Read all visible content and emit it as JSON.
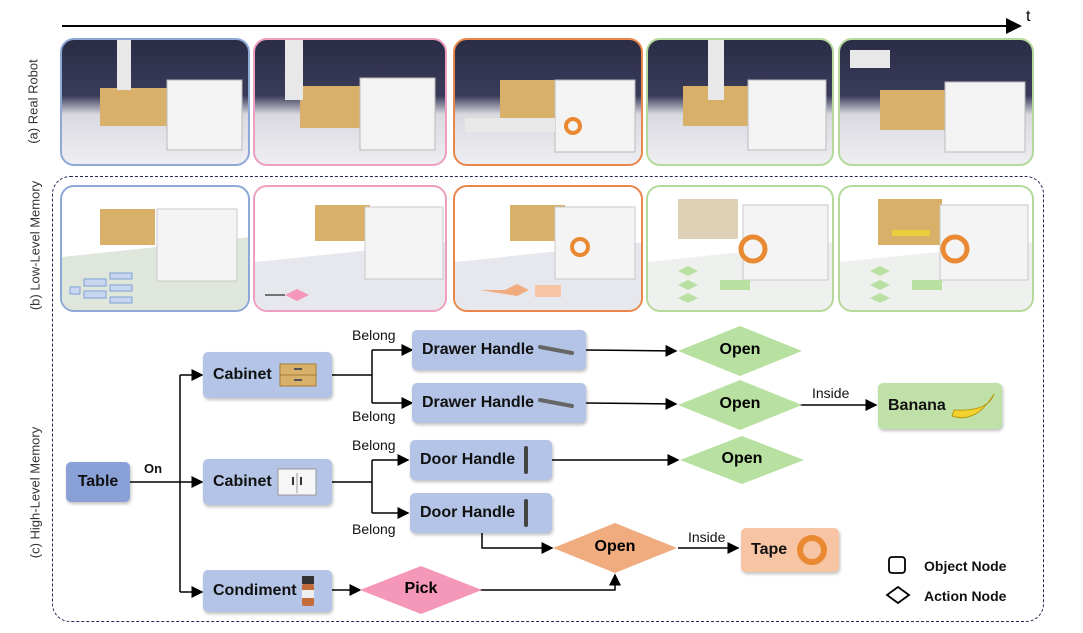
{
  "timeline": {
    "axis_label": "t"
  },
  "rows": {
    "a": "(a) Real Robot",
    "b": "(b) Low-Level Memory",
    "c": "(c) High-Level Memory"
  },
  "panel_colors": [
    "#8ea8d8",
    "#ee9fbf",
    "#e9864a",
    "#b4d99a",
    "#b4d99a"
  ],
  "graph": {
    "table": "Table",
    "cabinet1": "Cabinet",
    "cabinet2": "Cabinet",
    "condiment": "Condiment",
    "drawer_handle1": "Drawer Handle",
    "drawer_handle2": "Drawer Handle",
    "door_handle1": "Door Handle",
    "door_handle2": "Door Handle",
    "open1": "Open",
    "open2": "Open",
    "open3": "Open",
    "open4": "Open",
    "pick": "Pick",
    "banana": "Banana",
    "tape": "Tape",
    "edge_on": "On",
    "edge_belong1": "Belong",
    "edge_belong2": "Belong",
    "edge_belong3": "Belong",
    "edge_belong4": "Belong",
    "edge_inside1": "Inside",
    "edge_inside2": "Inside"
  },
  "legend": {
    "object_node": "Object Node",
    "action_node": "Action Node"
  },
  "colors": {
    "object_node": "#b3c4e6",
    "table_node": "#8aa1d8",
    "action_green": "#b8e0a0",
    "action_orange": "#f0ab7e",
    "action_pink": "#f497b8",
    "result_green": "#bfe0a6",
    "result_orange": "#f7c5a4"
  }
}
